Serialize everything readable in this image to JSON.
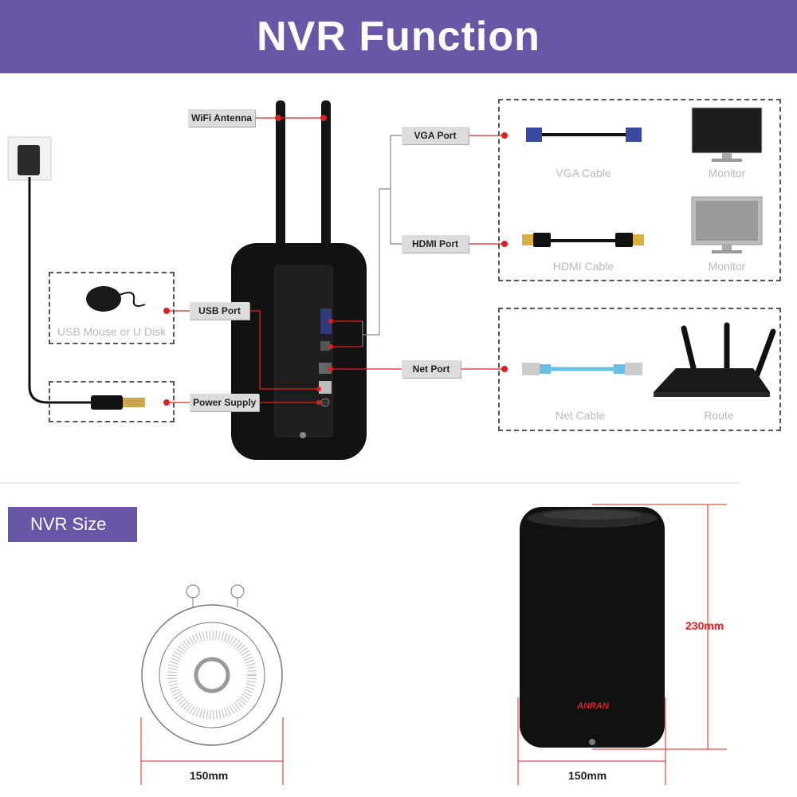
{
  "header": {
    "title": "NVR Function"
  },
  "labels": {
    "wifi_antenna": "WiFi Antenna",
    "usb_port": "USB Port",
    "power_supply": "Power Supply",
    "vga_port": "VGA Port",
    "hdmi_port": "HDMI Port",
    "net_port": "Net Port"
  },
  "peripherals": {
    "usb_mouse": "USB Mouse or U Disk",
    "vga_cable": "VGA Cable",
    "monitor_vga": "Monitor",
    "hdmi_cable": "HDMI Cable",
    "monitor_hdmi": "Monitor",
    "net_cable": "Net Cable",
    "router": "Route"
  },
  "size_section": {
    "title": "NVR Size",
    "top_view_width": "150mm",
    "front_width": "150mm",
    "height": "230mm",
    "brand": "ANRAN"
  },
  "colors": {
    "banner": "#6a56a6",
    "leader": "#e02020",
    "device": "#151515"
  }
}
